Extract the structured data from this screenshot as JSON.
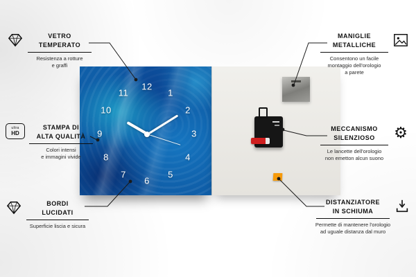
{
  "page": {
    "type": "product-infographic",
    "language": "it"
  },
  "clock": {
    "numbers": [
      "12",
      "1",
      "2",
      "3",
      "4",
      "5",
      "6",
      "7",
      "8",
      "9",
      "10",
      "11"
    ],
    "time_shown": "10:09"
  },
  "icons": {
    "gear_glyph": "⚙"
  },
  "callouts": {
    "left": [
      {
        "icon": "diamond-icon",
        "title": [
          "VETRO",
          "TEMPERATO"
        ],
        "desc": [
          "Resistenza a rotture",
          "e graffi"
        ]
      },
      {
        "icon": "ultra-hd-icon",
        "icon_text": [
          "ultra",
          "HD"
        ],
        "title": [
          "STAMPA DI",
          "ALTA QUALITÀ"
        ],
        "desc": [
          "Colori intensi",
          "e immagini vivide"
        ]
      },
      {
        "icon": "diamond-icon",
        "title": [
          "BORDI",
          "LUCIDATI"
        ],
        "desc": [
          "Superficie liscia e sicura"
        ]
      }
    ],
    "right": [
      {
        "icon": "picture-icon",
        "title": [
          "MANIGLIE",
          "METALLICHE"
        ],
        "desc": [
          "Consentono un facile",
          "montaggio dell'orologio",
          "a parete"
        ]
      },
      {
        "icon": "gear-icon",
        "title": [
          "MECCANISMO",
          "SILENZIOSO"
        ],
        "desc": [
          "Le lancette dell'orologio",
          "non emetton alcun suono"
        ]
      },
      {
        "icon": "foam-spacer-icon",
        "title": [
          "DISTANZIATORE",
          "IN SCHIUMA"
        ],
        "desc": [
          "Permette di mantenere l'orologio",
          "ad uguale distanza dal muro"
        ]
      }
    ]
  },
  "colors": {
    "clock_face_blue": "#0f5ea8",
    "spacer_orange": "#f79b0b",
    "line_black": "#1a1a1a",
    "back_panel": "#ebe9e4"
  }
}
